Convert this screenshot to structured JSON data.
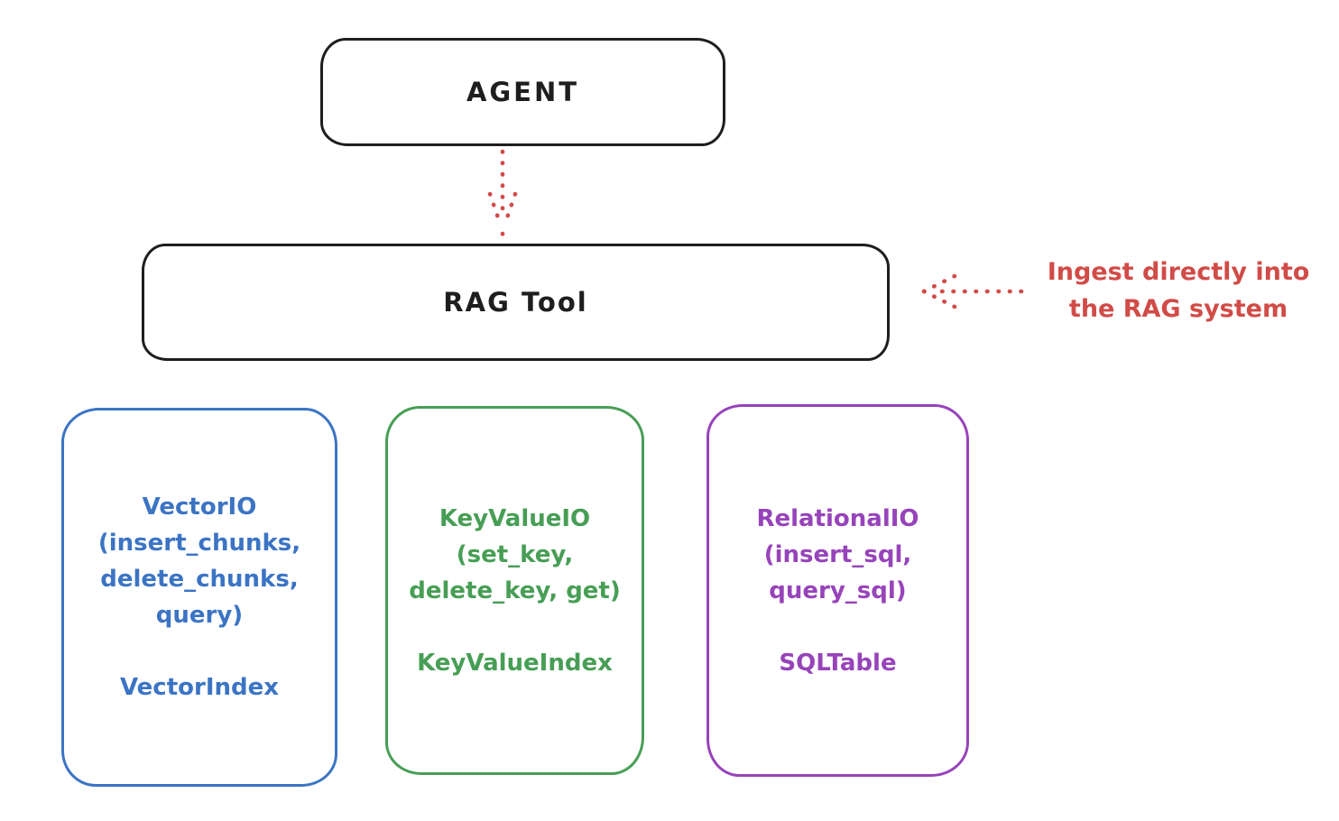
{
  "colors": {
    "ink": "#1e1e1e",
    "red": "#d14b47",
    "blue": "#3b74c4",
    "green": "#479e55",
    "purple": "#9743ba"
  },
  "nodes": {
    "agent": {
      "label": "AGENT"
    },
    "rag_tool": {
      "label": "RAG Tool"
    }
  },
  "annotation": {
    "line1": "Ingest directly into",
    "line2": "the RAG system"
  },
  "arrows": {
    "agent_to_rag": "dotted-down-arrow",
    "annotation_to_rag": "dotted-left-arrow"
  },
  "backends": [
    {
      "id": "vector-io",
      "color": "#3b74c4",
      "lines": [
        "VectorIO",
        "(insert_chunks,",
        "delete_chunks,",
        "query)"
      ],
      "index_label": "VectorIndex"
    },
    {
      "id": "keyvalue-io",
      "color": "#479e55",
      "lines": [
        "KeyValueIO",
        "(set_key,",
        "delete_key, get)"
      ],
      "index_label": "KeyValueIndex"
    },
    {
      "id": "relational-io",
      "color": "#9743ba",
      "lines": [
        "RelationalIO",
        "(insert_sql,",
        "query_sql)"
      ],
      "index_label": "SQLTable"
    }
  ]
}
